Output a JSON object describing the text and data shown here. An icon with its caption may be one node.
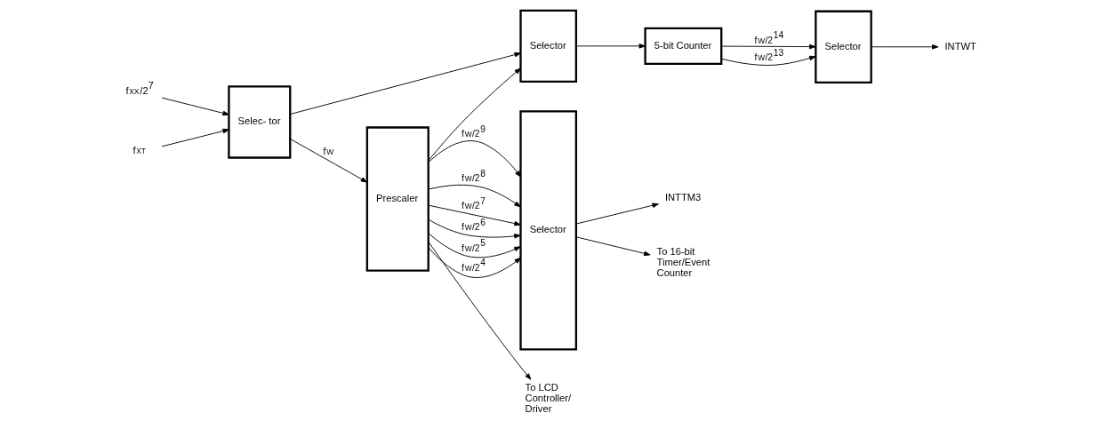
{
  "diagram": {
    "nodes": [
      {
        "text": [
          "f$_{XX}$/2$^{7}$"
        ]
      },
      {
        "text": [
          "f$_{XT}$"
        ]
      },
      {
        "text": [
          "Selec- tor"
        ]
      },
      {
        "text": [
          "Prescaler"
        ]
      },
      {
        "text": [
          "Selector"
        ]
      },
      {
        "text": [
          "5-bit Counter"
        ]
      },
      {
        "text": [
          "Selector"
        ]
      },
      {
        "text": [
          "Selector"
        ]
      },
      {
        "text": [
          "INTWT"
        ]
      },
      {
        "text": [
          "INTTM3"
        ]
      },
      {
        "text": [
          "To 16-bit Timer/Event Counter"
        ]
      },
      {
        "text": [
          "To LCD Controller/ Driver"
        ]
      }
    ],
    "edges": [
      {
        "from": 0,
        "to": 2,
        "arrow": "to"
      },
      {
        "from": 1,
        "to": 2,
        "arrow": "to"
      },
      {
        "from": 2,
        "to": 3,
        "arrow": "to",
        "label": "f$_{W}$"
      },
      {
        "from": 2,
        "to": 4,
        "arrow": "to"
      },
      {
        "from": 3,
        "to": 4,
        "arrow": "to"
      },
      {
        "from": 4,
        "to": 5,
        "arrow": "to"
      },
      {
        "from": 5,
        "to": 6,
        "arrow": "to",
        "label": "f$_{W}$/2$^{14}$"
      },
      {
        "from": 5,
        "to": 6,
        "arrow": "to",
        "label": "f$_{W}$/2$^{13}$"
      },
      {
        "from": 6,
        "to": 8,
        "arrow": "to"
      },
      {
        "from": 3,
        "to": 7,
        "arrow": "to",
        "label": "f$_{W}$/2$^{9}$"
      },
      {
        "from": 3,
        "to": 7,
        "arrow": "to",
        "label": "f$_{W}$/2$^{8}$"
      },
      {
        "from": 3,
        "to": 7,
        "arrow": "to",
        "label": "f$_{W}$/2$^{7}$"
      },
      {
        "from": 3,
        "to": 7,
        "arrow": "to",
        "label": "f$_{W}$/2$^{6}$"
      },
      {
        "from": 3,
        "to": 7,
        "arrow": "to",
        "label": "f$_{W}$/2$^{5}$"
      },
      {
        "from": 3,
        "to": 7,
        "arrow": "to",
        "label": "f$_{W}$/2$^{4}$"
      },
      {
        "from": 3,
        "to": 11,
        "arrow": "to"
      },
      {
        "from": 7,
        "to": 9,
        "arrow": "to"
      },
      {
        "from": 7,
        "to": 10,
        "arrow": "to"
      }
    ]
  }
}
